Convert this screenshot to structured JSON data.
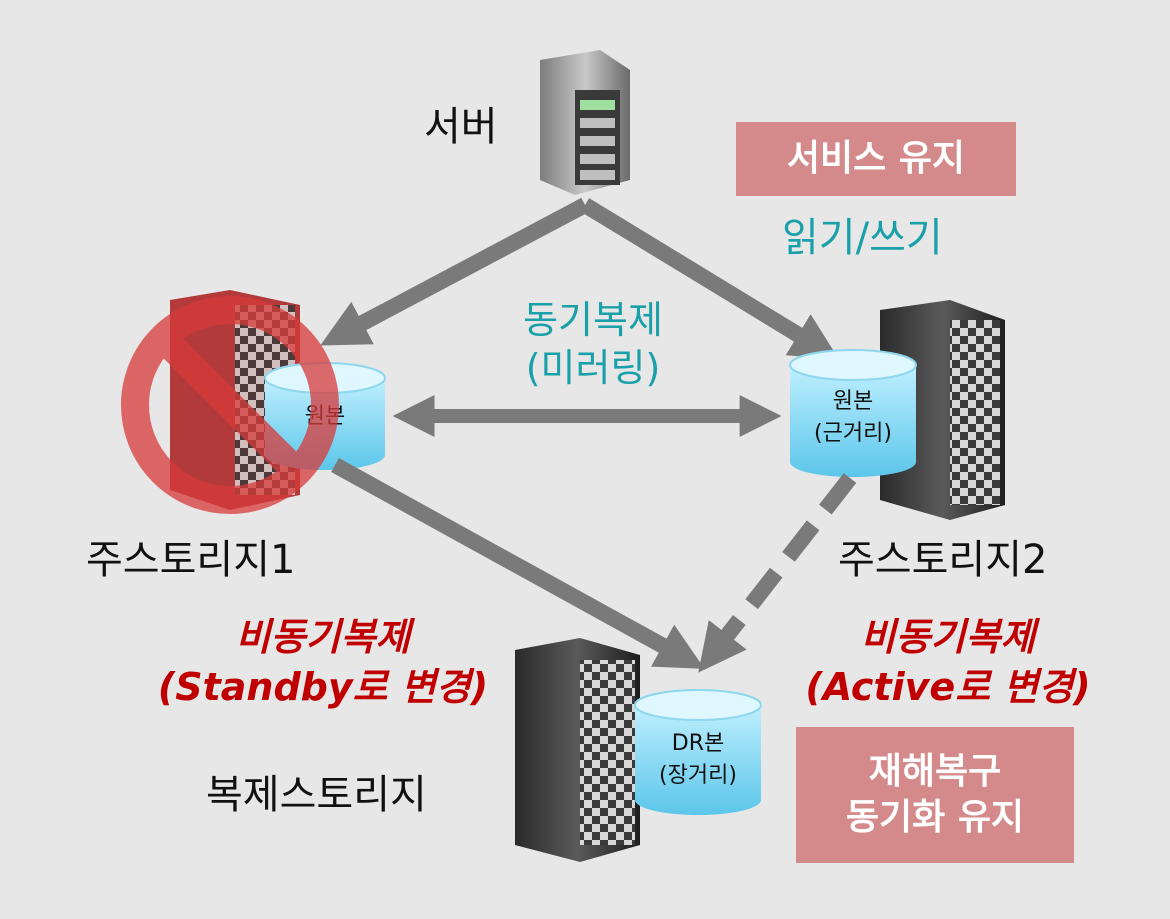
{
  "server_label": "서버",
  "service_box": "서비스 유지",
  "rw_label": "읽기/쓰기",
  "sync_label_1": "동기복제",
  "sync_label_2": "(미러링)",
  "storage1": {
    "label": "주스토리지1",
    "disk": "원본"
  },
  "storage2": {
    "label": "주스토리지2",
    "disk_line1": "원본",
    "disk_line2": "(근거리)"
  },
  "replica": {
    "label": "복제스토리지",
    "disk_line1": "DR본",
    "disk_line2": "(장거리)"
  },
  "async_left_1": "비동기복제",
  "async_left_2": "(Standby로 변경)",
  "async_right_1": "비동기복제",
  "async_right_2": "(Active로 변경)",
  "recovery_box_1": "재해복구",
  "recovery_box_2": "동기화 유지",
  "colors": {
    "arrow": "#7a7a7a",
    "teal": "#1aa0a8",
    "red": "#c00000",
    "box": "#d48a8a"
  }
}
